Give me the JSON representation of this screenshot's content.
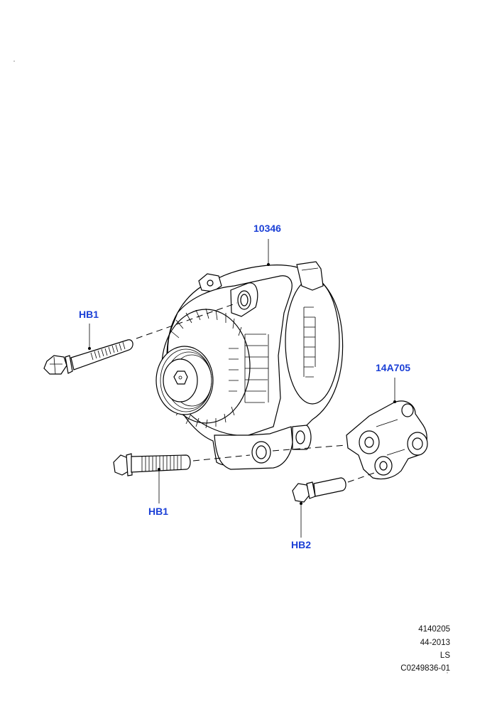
{
  "callouts": {
    "alternator": "10346",
    "bolt_upper": "HB1",
    "bracket": "14A705",
    "bolt_lower": "HB1",
    "bolt_bracket": "HB2"
  },
  "reference": {
    "line1": "4140205",
    "line2": "44-2013",
    "line3": "LS",
    "line4": "C0249836-01"
  },
  "colors": {
    "callout": "#1a3fd6",
    "line": "#000000"
  }
}
